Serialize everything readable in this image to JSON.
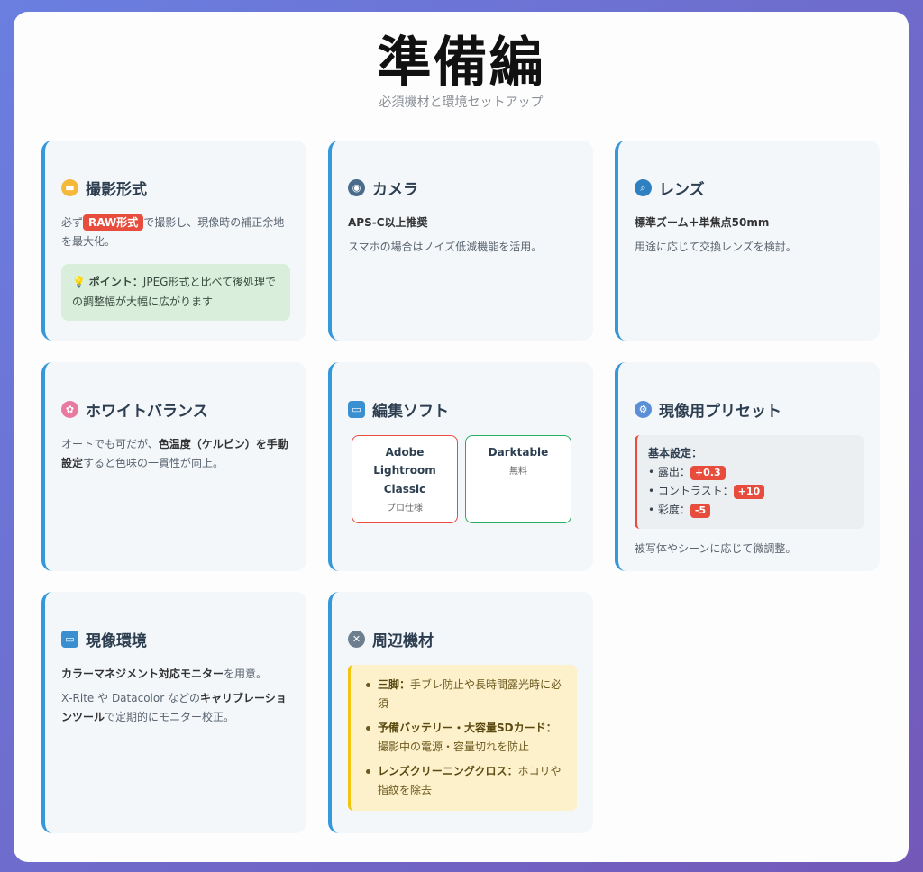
{
  "header": {
    "title": "準備編",
    "subtitle": "必須機材と環境セットアップ"
  },
  "colors": {
    "accent": "#3498db",
    "badge": "#e74c3c",
    "tip_bg": "#d9eedb",
    "tools_bg": "#fdf1cc"
  },
  "cards": {
    "format": {
      "icon": "folder-icon",
      "title": "撮影形式",
      "text_pre": "必ず",
      "badge": "RAW形式",
      "text_post": "で撮影し、現像時の補正余地を最大化。",
      "tip_icon": "lightbulb-icon",
      "tip_label": "ポイント：",
      "tip_text": "JPEG形式と比べて後処理での調整幅が大幅に広がります"
    },
    "camera": {
      "icon": "camera-icon",
      "title": "カメラ",
      "strong": "APS-C以上推奨",
      "text": "スマホの場合はノイズ低減機能を活用。"
    },
    "lens": {
      "icon": "magnifier-icon",
      "title": "レンズ",
      "strong": "標準ズーム＋単焦点50mm",
      "text": "用途に応じて交換レンズを検討。"
    },
    "wb": {
      "icon": "palette-icon",
      "title": "ホワイトバランス",
      "text_pre": "オートでも可だが、",
      "strong": "色温度（ケルビン）を手動設定",
      "text_post": "すると色味の一貫性が向上。"
    },
    "software": {
      "icon": "laptop-icon",
      "title": "編集ソフト",
      "items": [
        {
          "name": "Adobe Lightroom Classic",
          "note": "プロ仕様",
          "border": "#e74c3c"
        },
        {
          "name": "Darktable",
          "note": "無料",
          "border": "#27ae60"
        }
      ]
    },
    "preset": {
      "icon": "gear-icon",
      "title": "現像用プリセット",
      "box_title": "基本設定：",
      "rows": [
        {
          "label": "• 露出：",
          "value": "+0.3"
        },
        {
          "label": "• コントラスト：",
          "value": "+10"
        },
        {
          "label": "• 彩度：",
          "value": "-5"
        }
      ],
      "note": "被写体やシーンに応じて微調整。"
    },
    "env": {
      "icon": "monitor-icon",
      "title": "現像環境",
      "strong1": "カラーマネジメント対応モニター",
      "text1": "を用意。",
      "text2_pre": "X‐Rite や Datacolor などの",
      "strong2": "キャリブレーションツール",
      "text2_post": "で定期的にモニター校正。"
    },
    "accessories": {
      "icon": "tools-icon",
      "title": "周辺機材",
      "items": [
        {
          "label": "三脚：",
          "text": "手ブレ防止や長時間露光時に必須"
        },
        {
          "label": "予備バッテリー・大容量SDカード：",
          "text": "撮影中の電源・容量切れを防止"
        },
        {
          "label": "レンズクリーニングクロス：",
          "text": "ホコリや指紋を除去"
        }
      ]
    }
  }
}
